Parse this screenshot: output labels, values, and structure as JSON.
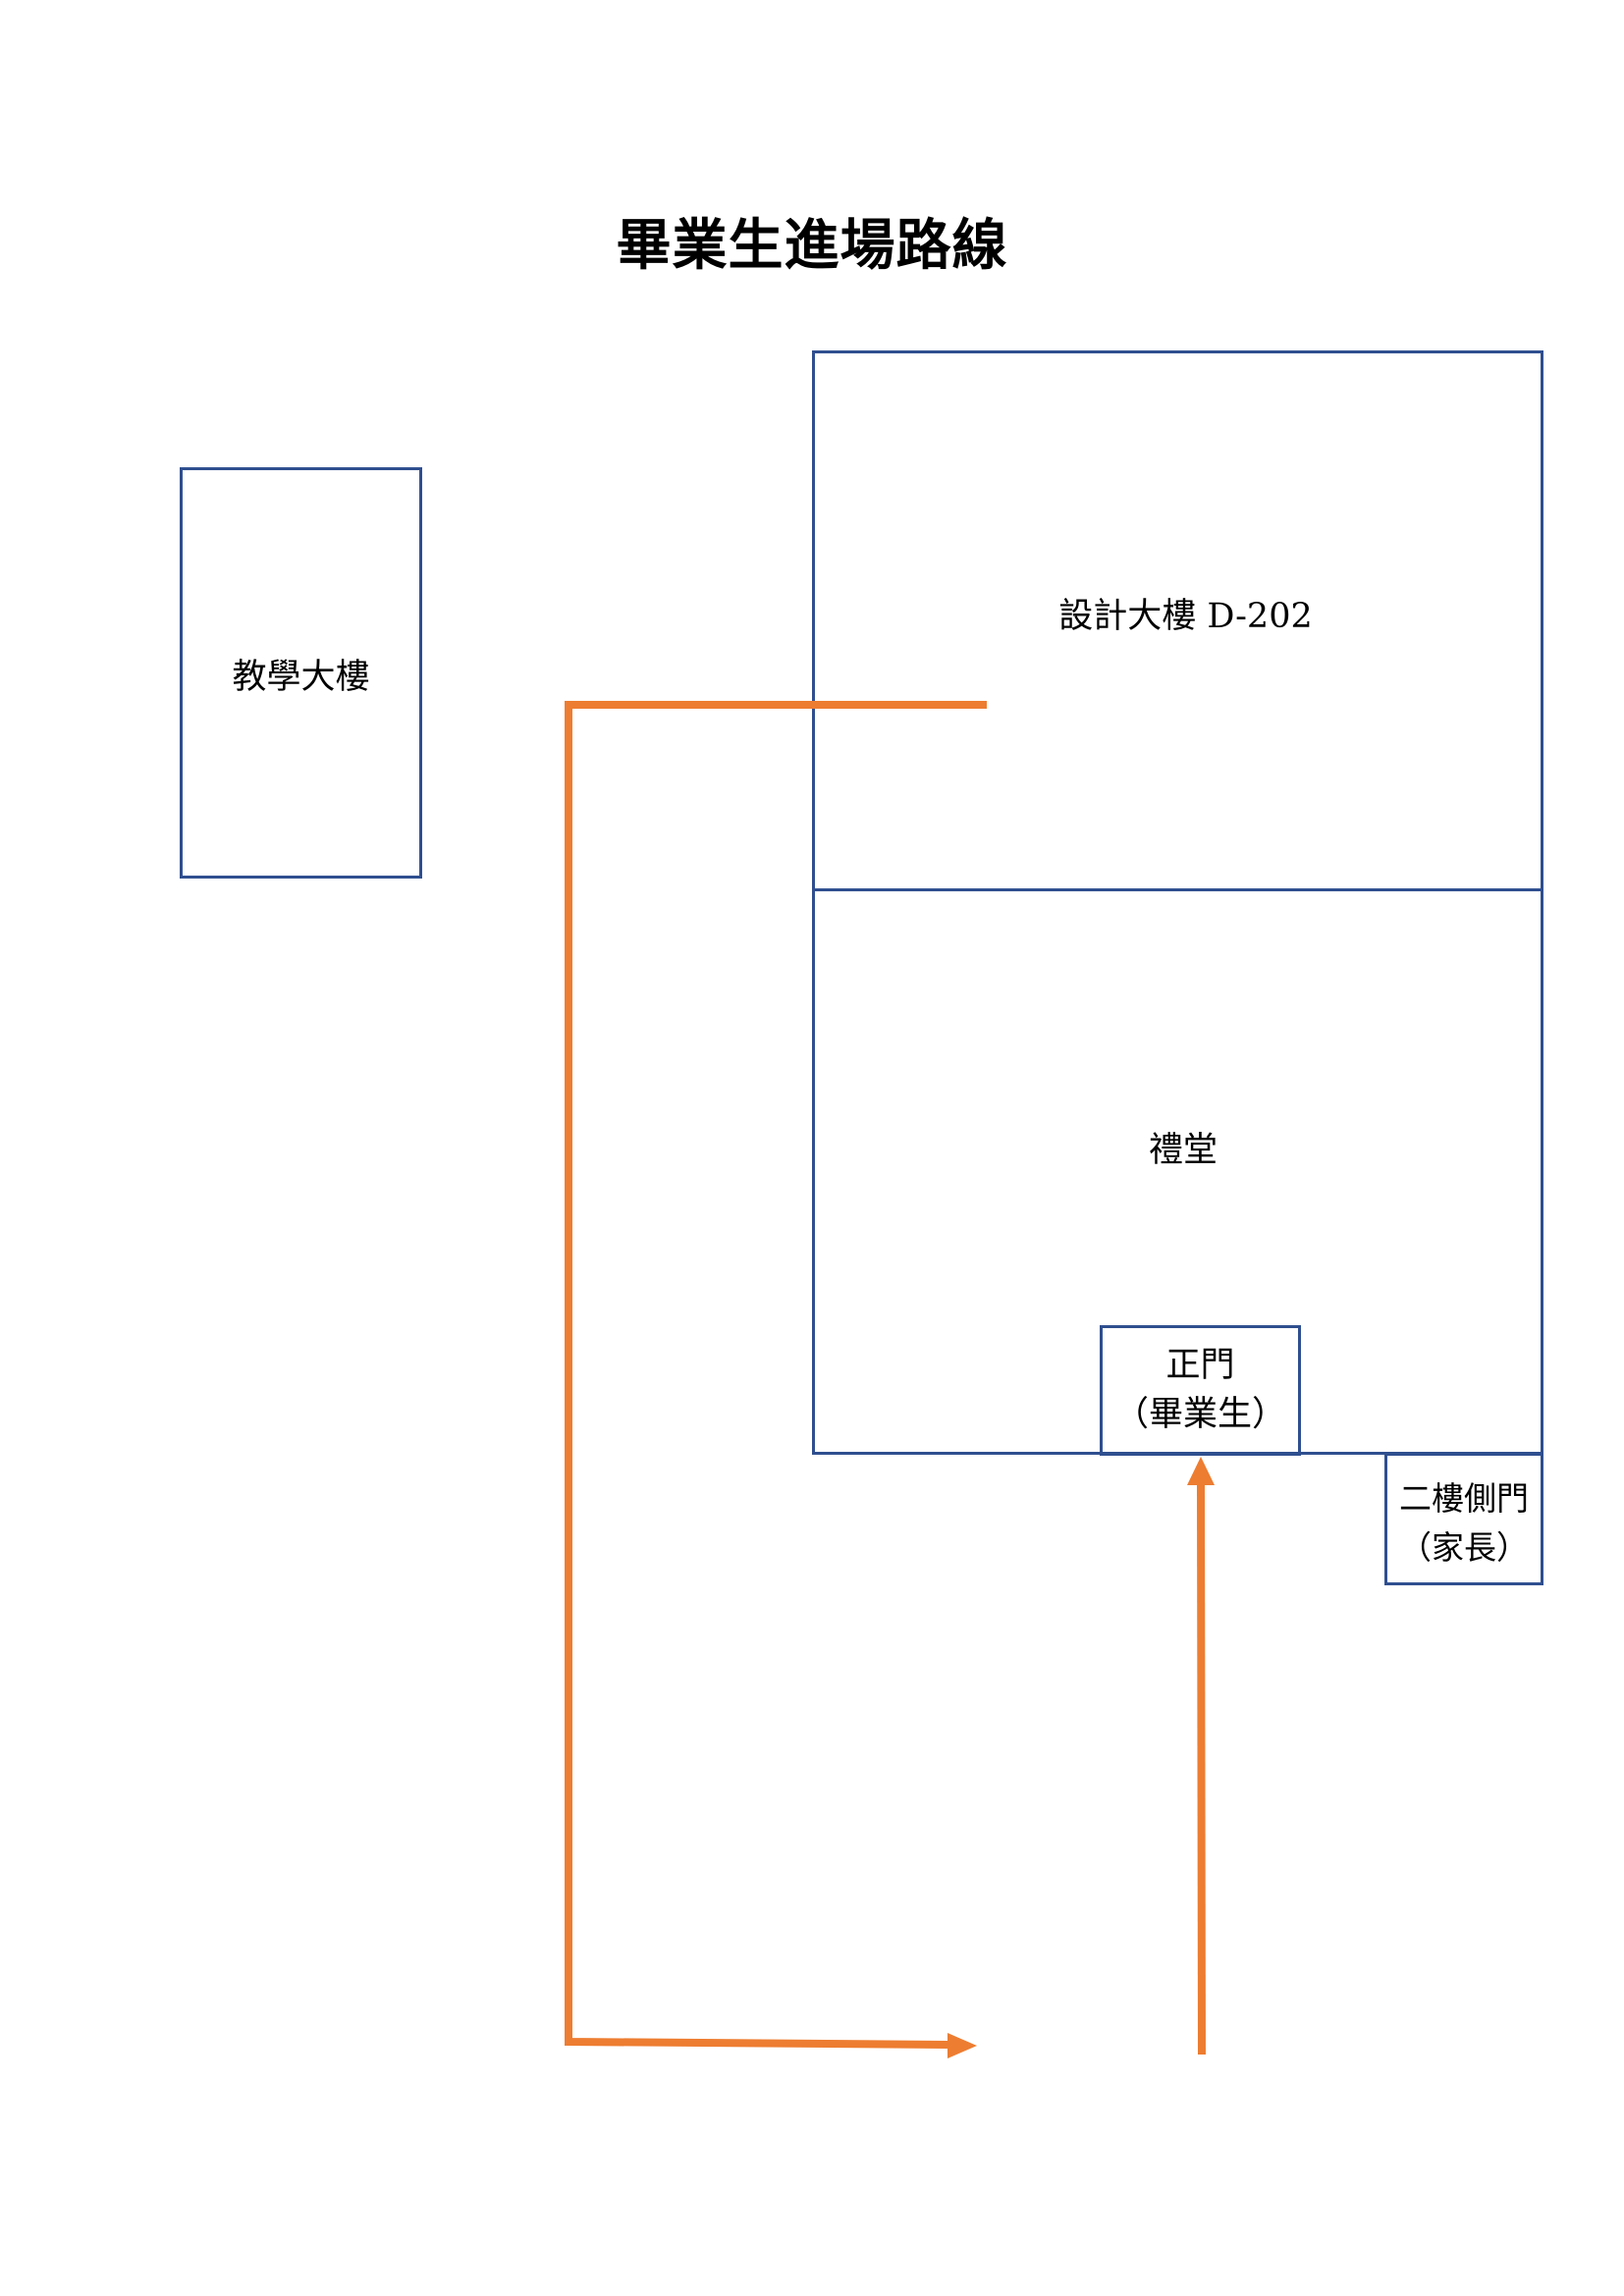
{
  "title": "畢業生進場路線",
  "buildings": {
    "teaching": {
      "label": "教學大樓"
    },
    "design": {
      "label": "設計大樓 D-202"
    },
    "auditorium": {
      "label": "禮堂"
    }
  },
  "doors": {
    "main": {
      "line1": "正門",
      "line2": "（畢業生）"
    },
    "side": {
      "line1": "二樓側門",
      "line2": "（家長）"
    }
  },
  "colors": {
    "outline": "#2f4f8f",
    "route": "#ed7d31"
  }
}
